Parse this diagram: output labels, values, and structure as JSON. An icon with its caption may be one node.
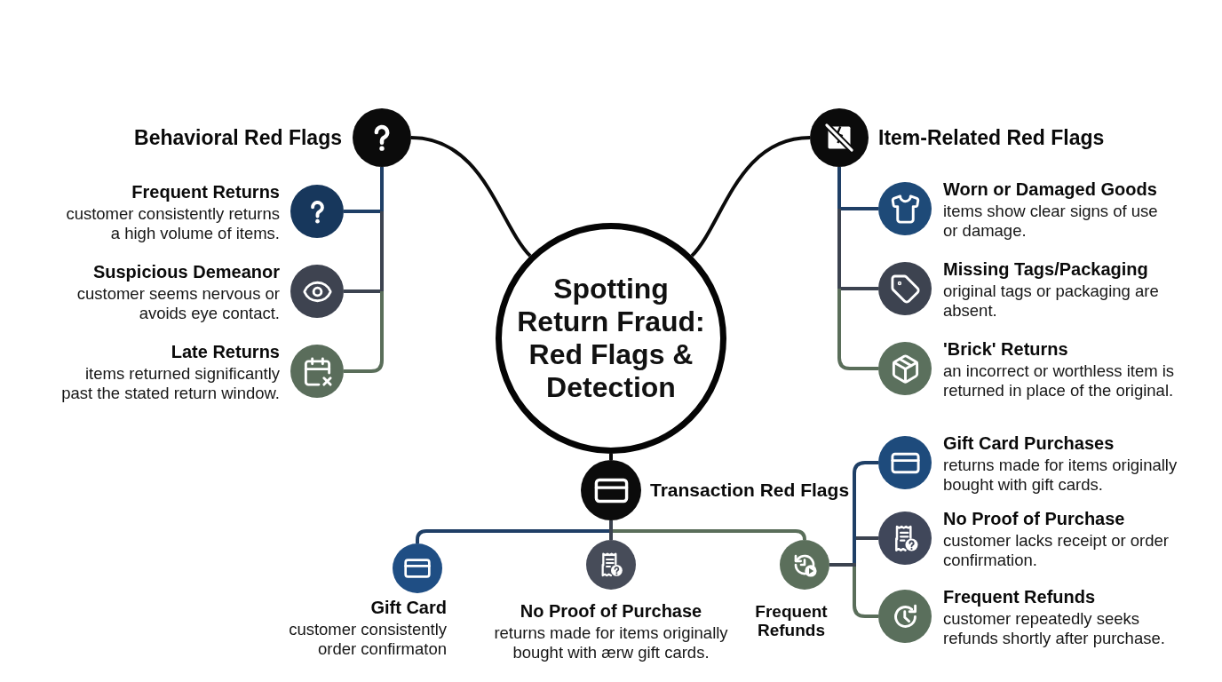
{
  "diagram": {
    "nodes": [
      {
        "text": [
          "Spotting Return Fraud: Red Flags & Detection"
        ]
      },
      {
        "text": [
          "Behavioral Red Flags"
        ]
      },
      {
        "text": [
          "Frequent Returns",
          "customer consistently returns a high volume of items."
        ]
      },
      {
        "text": [
          "Suspicious Demeanor",
          "customer seems nervous or avoids eye contact."
        ]
      },
      {
        "text": [
          "Late Returns",
          "items returned significantly past the stated return window."
        ]
      },
      {
        "text": [
          "Item-Related Red Flags"
        ]
      },
      {
        "text": [
          "Worn or Damaged Goods",
          "items show clear signs of use or damage."
        ]
      },
      {
        "text": [
          "Missing Tags/Packaging",
          "original tags or packaging are absent."
        ]
      },
      {
        "text": [
          "'Brick' Returns",
          "an incorrect or worthless item is returned in place of the original."
        ]
      },
      {
        "text": [
          "Transaction Red Flags"
        ]
      },
      {
        "text": [
          "Gift Card",
          "customer consistently order confirmaton"
        ]
      },
      {
        "text": [
          "No Proof of Purchase",
          "returns made for items originally bought with ærw gift cards."
        ]
      },
      {
        "text": [
          "Frequent Refunds"
        ]
      },
      {
        "text": [
          "Gift Card Purchases",
          "returns made for items originally bought with gift cards."
        ]
      },
      {
        "text": [
          "No Proof of Purchase",
          "customer lacks receipt or order confirmation."
        ]
      },
      {
        "text": [
          "Frequent Refunds",
          "customer repeatedly seeks refunds shortly after purchase."
        ]
      }
    ],
    "edges": [
      {
        "from": 0,
        "to": 1,
        "arrow": "none",
        "color": "#0b0b0b"
      },
      {
        "from": 0,
        "to": 5,
        "arrow": "none",
        "color": "#0b0b0b"
      },
      {
        "from": 0,
        "to": 9,
        "arrow": "none",
        "color": "#0b0b0b"
      },
      {
        "from": 1,
        "to": 2,
        "arrow": "none",
        "color": "#1f3f66"
      },
      {
        "from": 1,
        "to": 3,
        "arrow": "none",
        "color": "#3c4350"
      },
      {
        "from": 1,
        "to": 4,
        "arrow": "none",
        "color": "#5a6e5a"
      },
      {
        "from": 5,
        "to": 6,
        "arrow": "none",
        "color": "#1f3f66"
      },
      {
        "from": 5,
        "to": 7,
        "arrow": "none",
        "color": "#3c4350"
      },
      {
        "from": 5,
        "to": 8,
        "arrow": "none",
        "color": "#5a6e5a"
      },
      {
        "from": 9,
        "to": 10,
        "arrow": "none",
        "color": "#1f3f66"
      },
      {
        "from": 9,
        "to": 11,
        "arrow": "none",
        "color": "#3c4350"
      },
      {
        "from": 9,
        "to": 12,
        "arrow": "none",
        "color": "#5a6e5a"
      },
      {
        "from": 12,
        "to": 13,
        "arrow": "none",
        "color": "#1f3f66"
      },
      {
        "from": 12,
        "to": 14,
        "arrow": "none",
        "color": "#3c4350"
      },
      {
        "from": 12,
        "to": 15,
        "arrow": "none",
        "color": "#5a6e5a"
      }
    ]
  }
}
